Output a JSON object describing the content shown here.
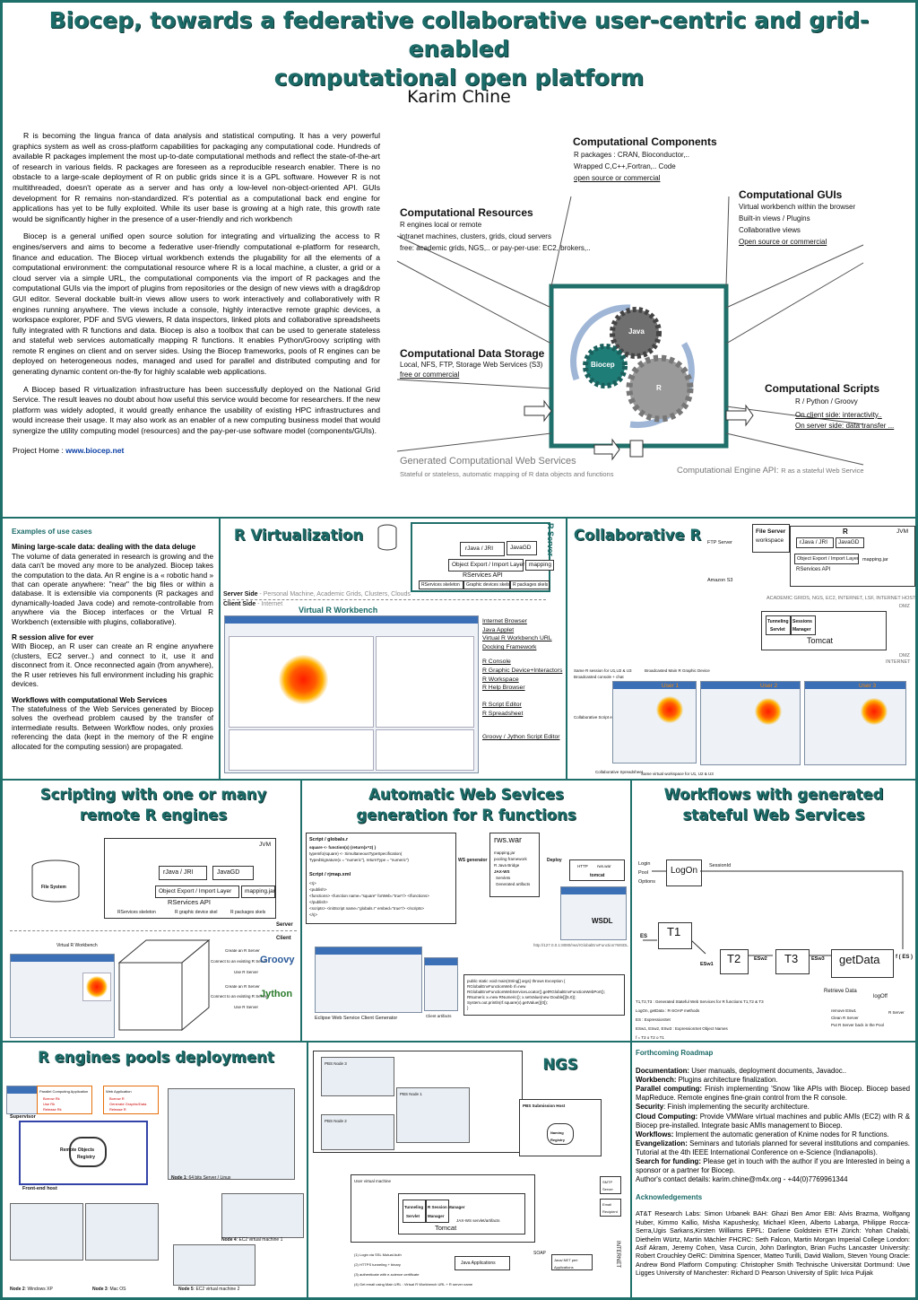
{
  "title_line1": "Biocep, towards a federative collaborative user-centric and grid-enabled",
  "title_line2": "computational open platform",
  "author": "Karim Chine",
  "intro": {
    "p1": "R is becoming the lingua franca of data analysis and statistical computing. It has a very powerful graphics system as well as cross-platform capabilities for packaging any computational code. Hundreds of available R packages implement the most up-to-date computational methods and reflect the state-of-the-art of research in various fields. R packages are foreseen as a reproducible research enabler. There is no obstacle to a large-scale deployment of R on public grids since it is a GPL software. However R is not multithreaded, doesn't operate as a server and has only a low-level non-object-oriented API. GUIs development for R remains non-standardized. R's potential as a computational back end engine for applications has yet to be fully exploited. While its user base is growing at a high rate, this growth rate would be significantly higher in the presence of a user-friendly and rich workbench",
    "p2": "Biocep is a general unified open source solution for integrating and virtualizing the access to R engines/servers and aims to become a federative user-friendly computational e-platform for research, finance and education. The Biocep virtual workbench extends the plugability for all the elements of a computational environment: the computational resource where R is a local machine, a cluster, a grid or a cloud server via a simple URL, the computational components via the import of R packages and the computational GUIs via the import of plugins from repositories or the design of new views with a drag&drop GUI editor. Several dockable built-in views allow users to work interactively and collaboratively with R engines running anywhere. The views include a console, highly interactive remote graphic devices, a workspace explorer, PDF and SVG viewers, R data inspectors, linked plots and collaborative spreadsheets fully integrated with R functions and data. Biocep is also a toolbox that can be used to generate stateless and stateful web services automatically mapping R functions. It enables Python/Groovy scripting with remote R engines on client and on server sides. Using the Biocep frameworks, pools of R engines can be deployed on heterogeneous nodes, managed and used for parallel and distributed computing and for generating dynamic content on-the-fly for highly scalable web applications.",
    "p3": "A Biocep based R virtualization infrastructure has been successfully deployed on the National Grid Service. The result leaves no doubt about how useful this service would become for researchers. If the new platform was widely adopted, it would greatly enhance the usability of existing HPC infrastructures and would increase their usage. It may also work as an enabler of a new computing business model that would synergize the utility computing model (resources) and the pay-per-use software model (components/GUIs).",
    "home_label": "Project Home :",
    "home_url": "www.biocep.net"
  },
  "arch": {
    "components_title": "Computational Components",
    "components_lines": [
      "R packages : CRAN, Bioconductor,..",
      "Wrapped C,C++,Fortran,.. Code",
      "open source or  commercial"
    ],
    "guis_title": "Computational GUIs",
    "guis_lines": [
      "Virtual workbench within the browser",
      "Built-in views / Plugins",
      "Collaborative views",
      "Open source or commercial"
    ],
    "resources_title": "Computational Resources",
    "resources_lines": [
      "R engines local or remote",
      "intranet machines, clusters, grids, cloud servers",
      "free: academic grids, NGS,.. or pay-per-use: EC2, brokers,.."
    ],
    "storage_title": "Computational Data Storage",
    "storage_lines": [
      "Local, NFS, FTP, Storage Web Services (S3)",
      "free or commercial"
    ],
    "scripts_title": "Computational Scripts",
    "scripts_lines": [
      "R / Python / Groovy",
      "On client side: interactivity..",
      "On server side: data transfer ..."
    ],
    "ws_title": "Generated Computational Web Services",
    "ws_sub": "Stateful or stateless, automatic mapping of R data objects and functions",
    "engine_api": "Computational Engine API:",
    "engine_api_sub": "R as a stateful Web Service",
    "gear_java": "Java",
    "gear_biocep": "Biocep",
    "gear_r": "R"
  },
  "use_cases": {
    "heading": "Examples of use cases",
    "h1": "Mining large-scale data: dealing with the data deluge",
    "t1": "The volume of data generated in research is growing and the data can't be moved any more to be analyzed. Biocep takes the computation to the data. An R engine is a « robotic hand » that can operate anywhere: \"near\" the big files or within a database. It is extensible via components (R packages and dynamically-loaded Java code) and remote-controllable from anywhere via the Biocep interfaces or the Virtual R Workbench (extensible with plugins, collaborative).",
    "h2": "R session alive for ever",
    "t2": "With Biocep, an R user can create an R engine anywhere (clusters, EC2 server..) and connect to it, use it and disconnect from it. Once reconnected again (from anywhere), the R user retrieves his full environment including his graphic devices.",
    "h3": "Workflows with computational Web Services",
    "t3": "The statefulness of the Web Services generated by Biocep solves the overhead problem caused by the transfer of intermediate results. Between Workflow nodes, only proxies referencing the data (kept in the memory of the R engine allocated for the computing session) are propagated."
  },
  "rvirt": {
    "title": "R Virtualization",
    "r_server": "R Server",
    "server_side": "Server Side",
    "server_side_sub": " - Personal Machine, Academic Grids, Clusters, Clouds",
    "client_side": "Client Side",
    "client_side_sub": " - Internet",
    "workbench": "Virtual R Workbench",
    "rjava": "rJava / JRI",
    "javagd": "JavaGD",
    "obj_export": "Object Export / Import Layer",
    "mapping": "mapping",
    "rservices": "RServices API",
    "skel": [
      "RServices skeleton",
      "Graphic devices skels",
      "R packages skels"
    ],
    "links": [
      "Internet Browser",
      "Java Applet",
      "Virtual R Workbench URL",
      "Docking Framework",
      "R Console",
      "R Graphic Device+Interactors",
      "R Workspace",
      "R Help Browser",
      "R Script Editor",
      "R Spreadsheet",
      "Groovy / Jython Script Editor"
    ]
  },
  "collab": {
    "title": "Collaborative R",
    "file_server": "File Server",
    "workspace": "workspace",
    "r": "R",
    "jvm": "JVM",
    "rjava": "rJava / JRI",
    "javagd": "JavaGD",
    "obj_export": "Object Export / Import Layer",
    "mapping": "mapping.jar",
    "rservices": "RServices API",
    "ftp_server": "FTP Server",
    "amazon": "Amazon S3",
    "academic": "ACADEMIC GRIDS, NGS, EC2, INTERNET, LSF, INTERNET HOST",
    "dmz": "DMZ",
    "internet": "INTERNET",
    "tunneling": "Tunneling",
    "sessions": "Sessions",
    "servlet": "Servlet",
    "manager": "Manager",
    "tomcat": "Tomcat",
    "notes": [
      "Same R session for U1,U2 & U3",
      "Broadcasted console + chat",
      "Broadcasted Main R Graphic Device",
      "Collaborative Script editor",
      "Collaborative Spreadsheet",
      "Same virtual workspace for U1, U2 & U3"
    ],
    "users": [
      "User 1",
      "User 2",
      "User 3"
    ]
  },
  "scripting": {
    "title_l1": "Scripting with one or many",
    "title_l2": "remote R engines",
    "jvm": "JVM",
    "rjava": "rJava / JRI",
    "javagd": "JavaGD",
    "obj_export": "Object Export / Import Layer",
    "mapping": "mapping.jar",
    "rservices": "RServices API",
    "skel": [
      "RServices skeleton",
      "R graphic device skel",
      "R packages skels"
    ],
    "file_system": "File System",
    "server": "Server",
    "client": "Client",
    "workbench": "Virtual R Workbench",
    "opts": [
      "Create an R Server",
      "Connect to an existing R Server",
      "Use R Server",
      "Create an R Server",
      "Connect to an existing R Server",
      "Use R Server"
    ],
    "groovy": "Groovy",
    "jython": "Jython"
  },
  "autows": {
    "title_l1": "Automatic Web Sevices",
    "title_l2": "generation for R functions",
    "script_file": "Script / globals.r",
    "code": [
      "square <- function(x) {return(x^2) }",
      "typeInfo(square) <- SimultaneousTypeSpecification(",
      "TypedSignature(x = \"numeric\"), returnType = \"numeric\")"
    ],
    "xml_file": "Script / rjmap.xml",
    "xml": [
      "<rj>",
      "  <publish>",
      "    <functions> <function name=\"square\" forWeb=\"true\"/> </functions>",
      "  </publish>",
      "  <scripts>  <initScript name=\"globals.r\" embed=\"true\"/> </scripts>",
      "</rj>"
    ],
    "ws_gen": "WS generator",
    "war": "rws.war",
    "war_items": [
      "mapping.jar",
      "pooling framework",
      "R Java Bridge",
      "JAX-WS",
      "Servlets",
      "Generated artifacts"
    ],
    "deploy": "Deploy",
    "http": "HTTP",
    "tomcat": "tomcat",
    "wsdl": "WSDL",
    "url": "http://127.0.0.1:8080/rws/rGlobalEnvFunction?WSDL",
    "eclipse": "Eclipse Web Service Client Generator",
    "client_artifacts": "Client artifacts",
    "java_code": [
      "public static void main(String[] args) throws Exception {",
      "  RGlobalEnvFunctionWeb rf=new",
      "  RGlobalEnvFunctionWebServiceLocator().getRGlobalEnvFunctionWebPort();",
      "  RNumeric x=new RNumeric(); x.setValue(new Double[]{5.0});",
      "  System.out.println(rf.square(x).getValue()[0]);",
      "}"
    ]
  },
  "workflows": {
    "title_l1": "Workflows with generated",
    "title_l2": "stateful Web Services",
    "login": "Login",
    "pool": "Pool",
    "options": "Options",
    "logon": "LogOn",
    "sessionid": "SessionId",
    "es": "ES",
    "t1": "T1",
    "t2": "T2",
    "t3": "T3",
    "esw1": "ESw1",
    "esw2": "ESw2",
    "esw3": "ESw3",
    "getdata": "getData",
    "fes": "f ( ES )",
    "retrieve": "Retrieve Data",
    "logoff": "logOff",
    "legend": [
      "T1,T2,T3 : Generated Stateful Web Services for R functions T1,T2 & T3",
      "LogOn, getData : R-SOAP methods",
      "ES : ExpressionSet",
      "ESw1, ESw2, ESw3 : ExpressionSet Object Names",
      "f = T3 o T2 o T1"
    ],
    "side": [
      "remove ESw1",
      "Clean R Server",
      "Put R Server back in the Pool"
    ],
    "r_server": "R Server"
  },
  "pools": {
    "title": "R engines pools deployment",
    "supervisor": "Supervisor",
    "remote_objects": "Remote Objects",
    "registry": "Registry",
    "front_end": "Front-end host",
    "node1": "Node 1",
    "node1_sub": ": 64 bits Server / Linux",
    "node2": "Node 2",
    "node2_sub": ": Windows XP",
    "node3": "Node 3",
    "node3_sub": ": Mac OS",
    "node4": "Node 4",
    "node4_sub": ": EC2 virtual machine 1",
    "node5": "Node 5",
    "node5_sub": ": EC2 virtual machine 2",
    "apps": [
      "Parallel Computing Application",
      "Web Application"
    ],
    "app_items": [
      "Borrow Rk",
      "Use Rk",
      "Release Rk",
      "Borrow R",
      "Generate Graphic/Data",
      "Release R"
    ]
  },
  "ngs": {
    "title": "NGS",
    "pbs": [
      "PBS Node 1",
      "PBS Node 2",
      "PBS Node 3"
    ],
    "submission": "PBS Submission Host",
    "naming": "Naming Registry",
    "user_vm": "User virtual machine",
    "tunneling": "Tunneling",
    "servlet": "Servlet",
    "rsession": "R Session Manager",
    "manager": "Manager",
    "tomcat": "Tomcat",
    "jaxws": "JAX-WS servlet/artifacts",
    "java_apps": "Java Applications",
    "soap": "SOAP",
    "smtp": "SMTP Server",
    "email": "Email Recipient",
    "internet": "INTERNET",
    "steps": [
      "(1) Login via SSL Mutual Auth",
      "(2) HTTPS tunneling + binary",
      "(3) authenticate with e-science certificate",
      "(4) Get email using Main URL : Virtual R Workbench URL + R server name"
    ],
    "java_net": "Java/.NET perl Applications"
  },
  "roadmap": {
    "heading": "Forthcoming Roadmap",
    "items": [
      {
        "k": "Documentation:",
        "v": " User manuals, deployment documents, Javadoc.."
      },
      {
        "k": "Workbench:",
        "v": " Plugins architecture finalization."
      },
      {
        "k": "Parallel computing:",
        "v": " Finish implementing 'Snow 'like APIs with Biocep. Biocep based MapReduce. Remote engines fine-grain control from the R console."
      },
      {
        "k": "Security",
        "v": ": Finish implementing the security architecture."
      },
      {
        "k": "Cloud Computing:",
        "v": " Provide VMWare virtual machines and public AMIs (EC2) with R & Biocep pre-installed. Integrate basic AMIs management to Biocep."
      },
      {
        "k": "Workflows:",
        "v": " Implement the automatic generation of Knime nodes for R functions."
      },
      {
        "k": "Evangelization:",
        "v": " Seminars and tutorials planned for several institutions and companies. Tutorial at the 4th IEEE International Conference on e-Science (Indianapolis)."
      },
      {
        "k": "Search for funding:",
        "v": "  Please get in touch with the author if you are Interested in being a sponsor or a partner for Biocep."
      }
    ],
    "contact": "Author's contact details: karim.chine@m4x.org  -  +44(0)7769961344",
    "ack_heading": "Acknowledgements",
    "ack": "AT&T Research Labs: Simon Urbanek BAH: Ghazi Ben Amor EBI: Alvis Brazma, Wolfgang Huber, Kimmo Kallio, Misha Kapushesky, Michael Kleen, Alberto Labarga, Philippe Rocca-Serra,Ugis Sarkans,Kirsten Williams EPFL: Darlene Goldstein ETH Zürich: Yohan Chalabi, Diethelm Würtz, Martin Mächler FHCRC: Seth Falcon, Martin Morgan Imperial College London: Asif Akram, Jeremy Cohen, Vasa Curcin, John Darlington, Brian Fuchs Lancaster University: Robert Crouchley OeRC: Dimitrina Spencer, Matteo Turilli, David Wallom, Steven Young Oracle: Andrew Bond Platform Computing: Christopher Smith Technische Universität Dortmund: Uwe Ligges University of Manchester: Richard D Pearson University of Split: Ivica Puljak"
  },
  "colors": {
    "accent": "#1b6b68",
    "border": "#1f6f6a"
  }
}
